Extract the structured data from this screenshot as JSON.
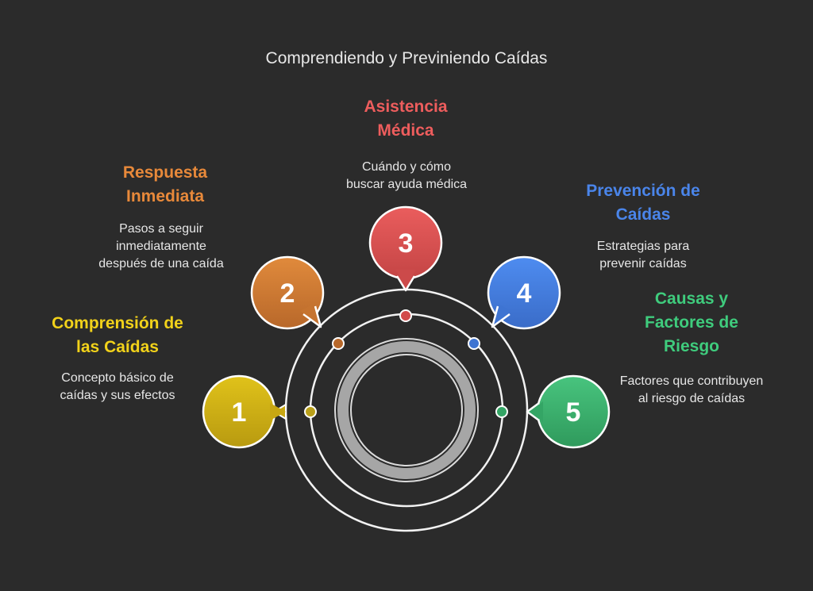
{
  "title": "Comprendiendo y Previniendo Caídas",
  "steps": [
    {
      "number": "1",
      "title": "Comprensión de las Caídas",
      "description": "Concepto básico de caídas y sus efectos",
      "color": "#d4b20f"
    },
    {
      "number": "2",
      "title": "Respuesta Inmediata",
      "description": "Pasos a seguir inmediatamente después de una caída",
      "color": "#e2873a"
    },
    {
      "number": "3",
      "title": "Asistencia Médica",
      "description": "Cuándo y cómo buscar ayuda médica",
      "color": "#e55a5a"
    },
    {
      "number": "4",
      "title": "Prevención de Caídas",
      "description": "Estrategias para prevenir caídas",
      "color": "#4a85ea"
    },
    {
      "number": "5",
      "title": "Causas y Factores de Riesgo",
      "description": "Factores que contribuyen al riesgo de caídas",
      "color": "#3fcc7d"
    }
  ]
}
